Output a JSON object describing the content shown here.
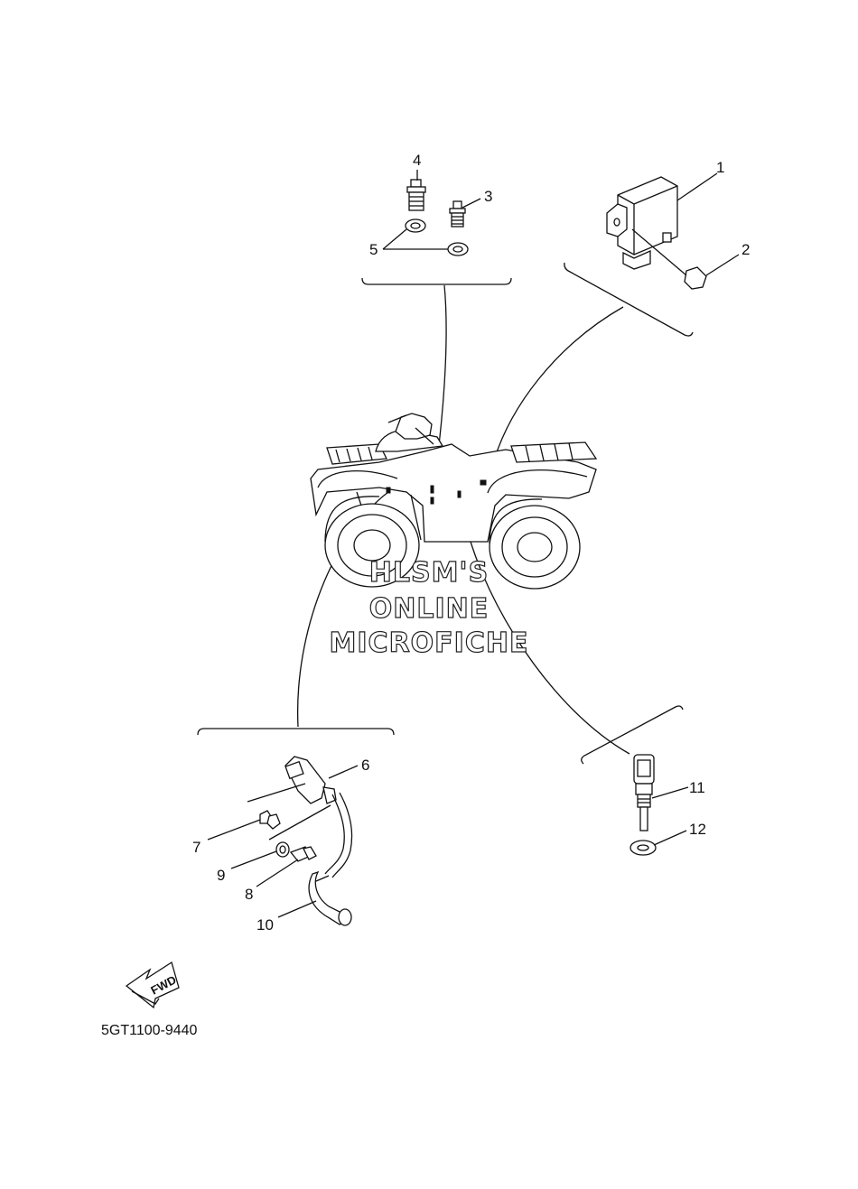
{
  "callouts": {
    "c1": "1",
    "c2": "2",
    "c3": "3",
    "c4": "4",
    "c5": "5",
    "c6": "6",
    "c7": "7",
    "c8": "8",
    "c9": "9",
    "c10": "10",
    "c11": "11",
    "c12": "12"
  },
  "watermark": {
    "line1": "HLSM'S",
    "line2": "ONLINE",
    "line3": "MICROFICHE"
  },
  "fwd_label": "FWD",
  "diagram_code": "5GT1100-9440"
}
